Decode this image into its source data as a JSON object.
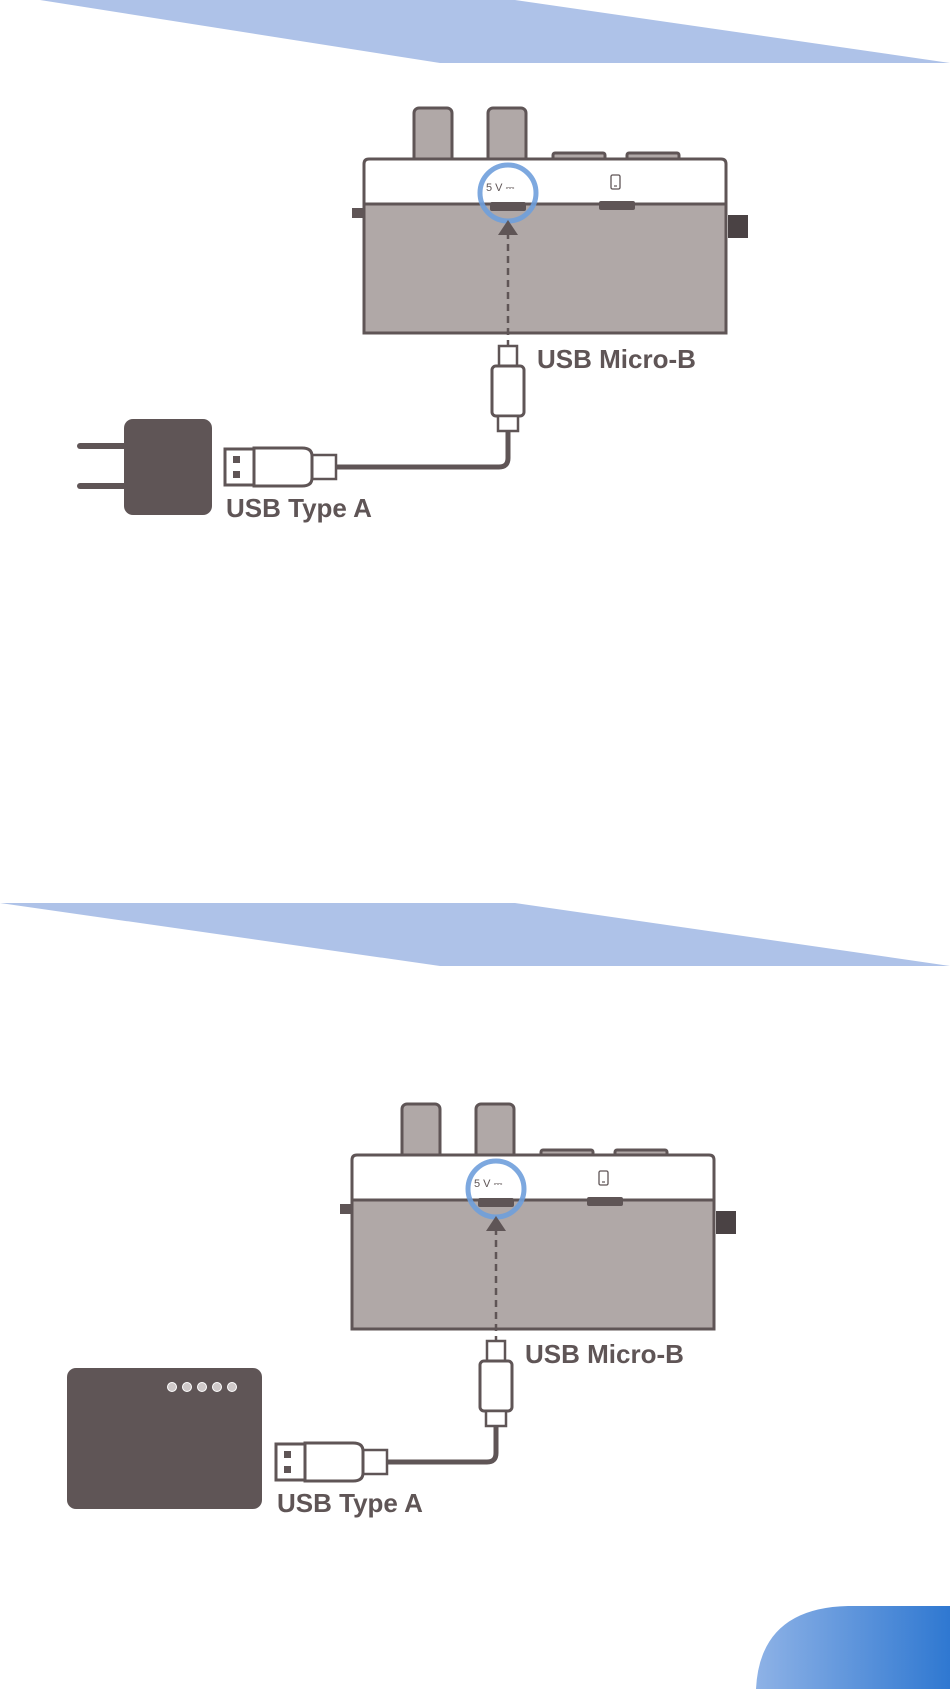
{
  "colors": {
    "banner": "#aec2e8",
    "device_body": "#b0a8a7",
    "outline": "#5f5556",
    "highlight_ring": "#6f9fdc",
    "adapter": "#5f5556",
    "badge_from": "#8eb2e6",
    "badge_to": "#2f78d1"
  },
  "panel_1": {
    "power_source": "ac-adapter",
    "port_label": "5 V ⎓",
    "cable_end_device": "USB Micro-B",
    "cable_end_source": "USB Type A"
  },
  "panel_2": {
    "power_source": "power-bank",
    "port_label": "5 V ⎓",
    "cable_end_device": "USB Micro-B",
    "cable_end_source": "USB Type A"
  }
}
